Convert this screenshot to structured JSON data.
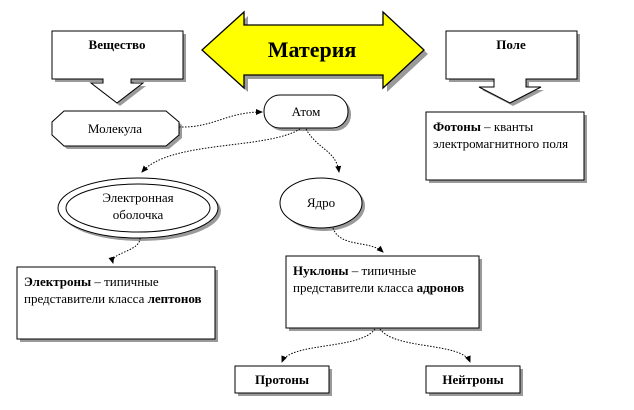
{
  "title": "Материя",
  "nodes": {
    "substance": "Вещество",
    "field": "Поле",
    "molecule": "Молекула",
    "atom": "Атом",
    "electron_shell_line1": "Электронная",
    "electron_shell_line2": "оболочка",
    "nucleus": "Ядро",
    "protons": "Протоны",
    "neutrons": "Нейтроны"
  },
  "descriptions": {
    "photons": {
      "term": "Фотоны",
      "rest": " – кванты электромагнитного поля"
    },
    "electrons": {
      "term": "Электроны",
      "rest": " – типичные представители класса ",
      "tail": "лептонов"
    },
    "nucleons": {
      "term": "Нуклоны",
      "rest": " – типичные представители класса ",
      "tail": "адронов"
    }
  },
  "colors": {
    "main_arrow": "#ffff00",
    "stroke": "#000000",
    "shadow": "#9a9a9a",
    "background": "#ffffff"
  }
}
